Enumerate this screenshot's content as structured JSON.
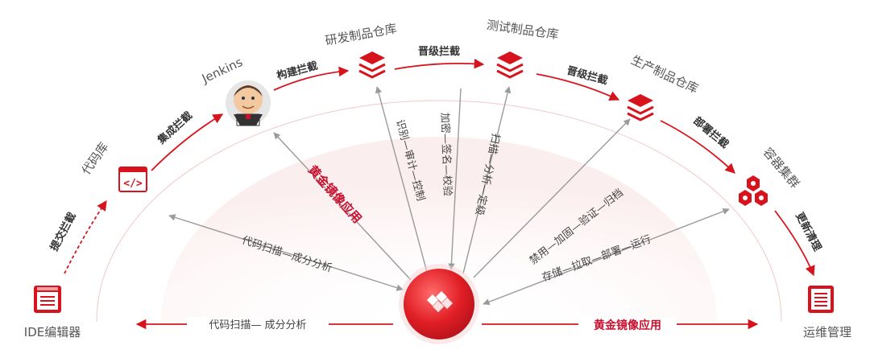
{
  "colors": {
    "accent": "#d7141e",
    "gray": "#9a9a9a",
    "text": "#444444"
  },
  "nodes": {
    "ide": "IDE编辑器",
    "repo": "代码库",
    "jenkins": "Jenkins",
    "dev_repo": "研发制品仓库",
    "test_repo": "测试制品仓库",
    "prod_repo": "生产制品仓库",
    "cluster": "容器集群",
    "ops": "运维管理"
  },
  "gates": {
    "commit": "提交拦截",
    "integrate": "集成拦截",
    "build": "构建拦截",
    "promote1": "晋级拦截",
    "promote2": "晋级拦截",
    "deploy": "部署拦截",
    "update": "更新清理"
  },
  "spokes": {
    "scan_arc": "代码扫描—成分分析",
    "golden_arc": "黄金镜像应用",
    "identify": "识别—审计—控制",
    "encrypt": "加密—签名—校验",
    "scan": "扫描—分析—定级",
    "disable": "禁用—加固—验证—归档",
    "store": "存储—拉取—部署—运行"
  },
  "bottom": {
    "left": "代码扫描— 成分分析",
    "right": "黄金镜像应用"
  },
  "icons": {
    "ide": "ide-window-icon",
    "repo": "code-repo-icon",
    "jenkins": "jenkins-butler-icon",
    "stack": "stacked-layers-icon",
    "cluster": "hexagon-cluster-icon",
    "ops": "server-list-icon",
    "center": "platform-logo-icon"
  }
}
